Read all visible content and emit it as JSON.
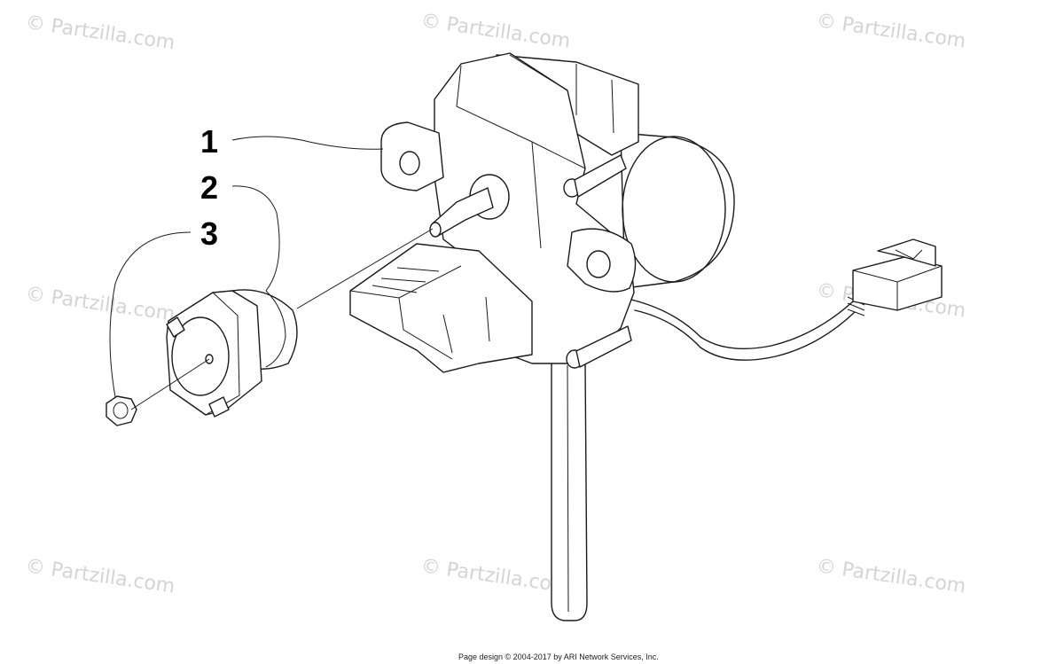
{
  "watermark": "© Partzilla.com",
  "callouts": [
    {
      "number": "1"
    },
    {
      "number": "2"
    },
    {
      "number": "3"
    }
  ],
  "footer": "Page design © 2004-2017 by ARI Network Services, Inc."
}
